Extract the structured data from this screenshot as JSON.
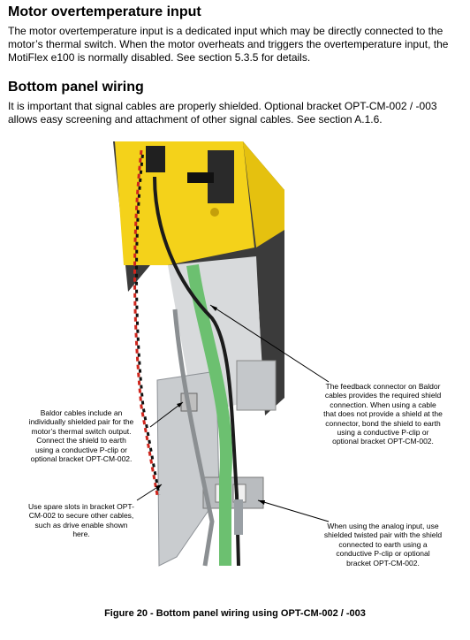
{
  "sections": [
    {
      "heading": "Motor overtemperature input",
      "body": "The motor overtemperature input is a dedicated input which may be directly connected to the motor’s thermal switch. When the motor overheats and triggers the overtemperature input, the MotiFlex e100 is normally disabled. See section 5.3.5 for details."
    },
    {
      "heading": "Bottom panel wiring",
      "body": "It is important that signal cables are properly shielded. Optional bracket OPT-CM-002 / -003 allows easy screening and attachment of other signal cables. See section A.1.6."
    }
  ],
  "figure": {
    "annotations": {
      "baldor_cables": "Baldor cables include an individually shielded pair for the motor’s thermal switch output. Connect the shield to earth using a conductive P-clip or optional bracket OPT-CM-002.",
      "spare_slots": "Use spare slots in bracket OPT-CM-002 to secure other cables, such as drive enable shown here.",
      "feedback_connector": "The feedback connector on Baldor cables provides the required shield connection. When using a cable that does not provide a shield at the connector, bond the shield to earth using a conductive P-clip or optional bracket OPT-CM-002.",
      "analog_input": "When using the analog input, use shielded twisted pair with the shield connected to earth using a conductive P-clip or optional bracket OPT-CM-002."
    },
    "caption": "Figure 20 - Bottom panel wiring using OPT-CM-002 / -003",
    "colors": {
      "drive_yellow": "#f4d21a",
      "cable_green": "#6cc070",
      "metal": "#c9cccf"
    }
  }
}
